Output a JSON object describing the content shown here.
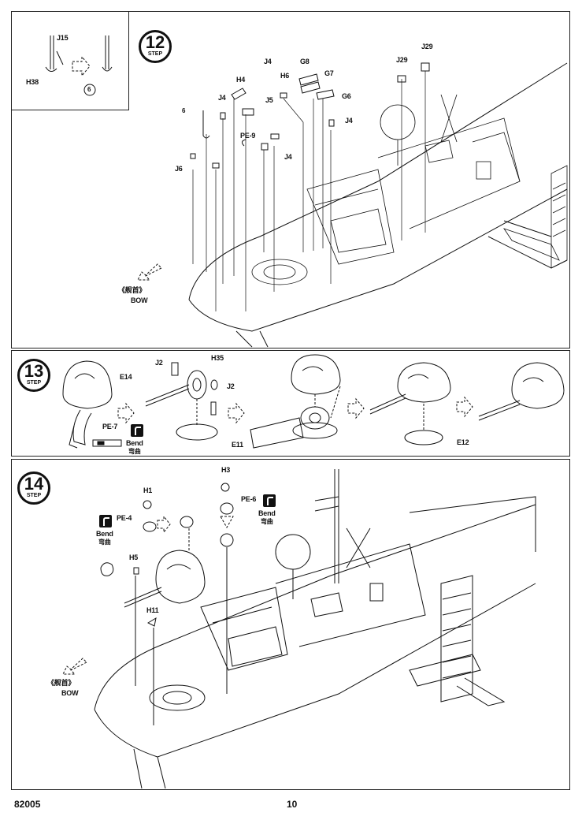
{
  "steps": {
    "s12": {
      "number": "12",
      "label": "STEP"
    },
    "s13": {
      "number": "13",
      "label": "STEP"
    },
    "s14": {
      "number": "14",
      "label": "STEP"
    }
  },
  "inset12": {
    "part_a": "J15",
    "part_b": "H38",
    "ref": "6"
  },
  "step12_parts": {
    "ref6": "6",
    "j6": "J6",
    "j4a": "J4",
    "h4": "H4",
    "pe9": "PE-9",
    "j5": "J5",
    "h6": "H6",
    "g8": "G8",
    "g7": "G7",
    "g6": "G6",
    "j4b": "J4",
    "j4c": "J4",
    "j4d": "J4",
    "j29a": "J29",
    "j29b": "J29"
  },
  "bow12": {
    "cn": "《舰首》",
    "en": "BOW"
  },
  "step13_parts": {
    "e14": "E14",
    "pe7": "PE-7",
    "j2a": "J2",
    "h35": "H35",
    "j2b": "J2",
    "e11": "E11",
    "e12": "E12",
    "bend_en": "Bend",
    "bend_cn": "弯曲"
  },
  "step14_parts": {
    "h1": "H1",
    "pe4": "PE-4",
    "h5": "H5",
    "h11": "H11",
    "h3": "H3",
    "pe6": "PE-6",
    "bend1_en": "Bend",
    "bend1_cn": "弯曲",
    "bend2_en": "Bend",
    "bend2_cn": "弯曲"
  },
  "bow14": {
    "cn": "《舰首》",
    "en": "BOW"
  },
  "footer": {
    "code": "82005",
    "page": "10"
  }
}
